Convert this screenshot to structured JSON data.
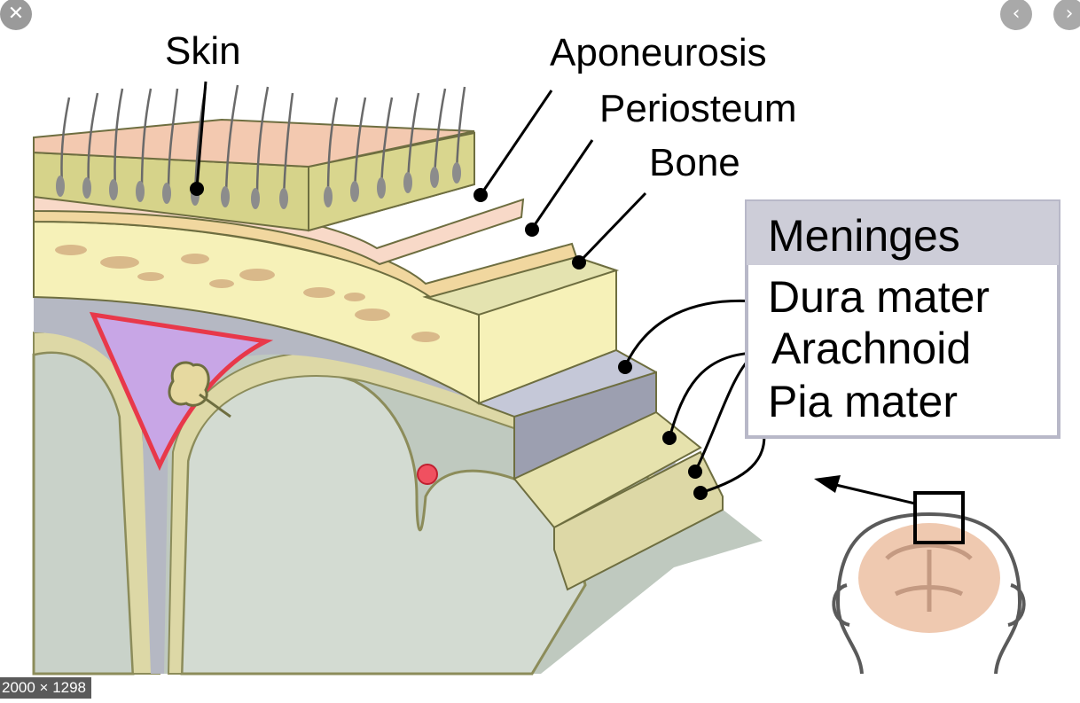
{
  "viewer": {
    "close_icon": "✕",
    "prev_icon": "‹",
    "next_icon": "›",
    "dimensions": "2000 × 1298"
  },
  "figure": {
    "labels": {
      "skin": "Skin",
      "aponeurosis": "Aponeurosis",
      "periosteum": "Periosteum",
      "bone": "Bone"
    },
    "meninges": {
      "title": "Meninges",
      "dura": "Dura mater",
      "arachnoid": "Arachnoid",
      "pia": "Pia mater"
    },
    "colors": {
      "skin": "#f3c9b0",
      "dermis": "#d6d38a",
      "aponeurosis": "#f8d9c8",
      "periosteum": "#f1d79f",
      "bone": "#f6f1b8",
      "dura": "#c5c8d8",
      "arachnoid": "#e6e2ad",
      "brain": "#c7cfc7",
      "sinus": "#c8a6e6",
      "vessel": "#e8384a",
      "box_header": "#cdcdd8"
    }
  }
}
